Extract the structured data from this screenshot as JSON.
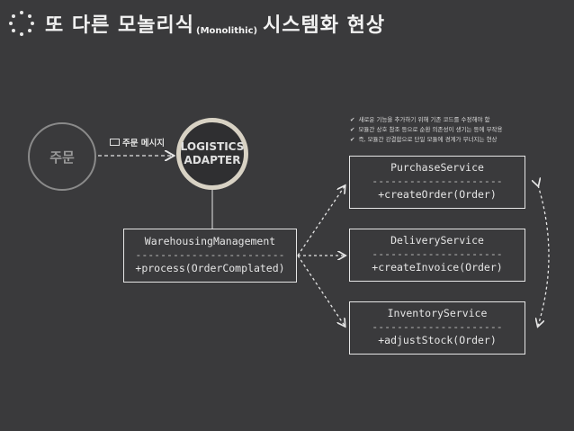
{
  "title": {
    "main": "또 다른 모놀리식",
    "sub": "(Monolithic)",
    "tail": "시스템화 현상"
  },
  "nodes": {
    "order": "주문",
    "adapter_line1": "LOGISTICS",
    "adapter_line2": "ADAPTER"
  },
  "message_label": "주문 메시지",
  "notes": [
    "새로운 기능을 추가하기 위해 기존 코드를 수정해야 함",
    "모듈간 상호 참조 등으로 순환 의존성이 생기는 등에 부작용",
    "즉, 모듈간 강결합으로 단일 모듈에 경계가 무너지는 현상"
  ],
  "check_glyph": "✔",
  "classes": {
    "warehousing": {
      "name": "WarehousingManagement",
      "separator": "------------------------",
      "method": "+process(OrderComplated)"
    },
    "purchase": {
      "name": "PurchaseService",
      "separator": "---------------------",
      "method": "+createOrder(Order)"
    },
    "delivery": {
      "name": "DeliveryService",
      "separator": "---------------------",
      "method": "+createInvoice(Order)"
    },
    "inventory": {
      "name": "InventoryService",
      "separator": "---------------------",
      "method": "+adjustStock(Order)"
    }
  }
}
